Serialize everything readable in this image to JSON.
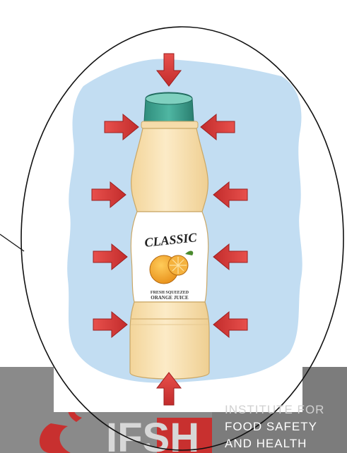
{
  "bottle": {
    "label_title": "CLASSIC",
    "label_line1": "FRESH SQUEEZED",
    "label_line2": "ORANGE JUICE"
  },
  "logo": {
    "line1": "INSTITUTE FOR",
    "line2": "FOOD SAFETY",
    "line3": "AND HEALTH"
  },
  "colors": {
    "background_blob": "#c2ddf2",
    "arrow": "#d93a3a",
    "cap": "#3a9e8c",
    "bottle": "#fbe6bb",
    "logo_band": "#8a8a8a",
    "logo_red": "#c8302f"
  },
  "icons": [
    "pressure-arrow-icon",
    "orange-icon",
    "ifsh-logo"
  ]
}
